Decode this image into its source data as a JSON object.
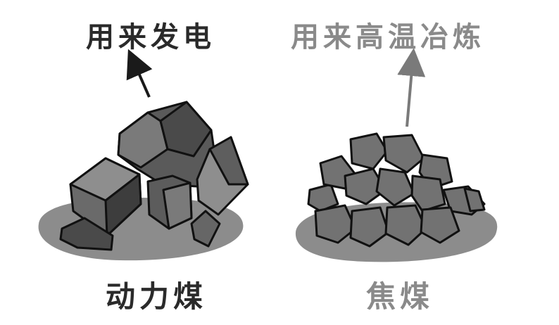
{
  "left": {
    "purpose_label": "用来发电",
    "name_label": "动力煤"
  },
  "right": {
    "purpose_label": "用来高温冶炼",
    "name_label": "焦煤"
  },
  "colors": {
    "dark_text": "#2a2a2a",
    "grey_text": "#8a8a8a",
    "shadow": "#8c8c8c",
    "coal_dark": "#3d3d3d",
    "coal_mid": "#6a6a6a",
    "coal_light": "#8e8e8e",
    "coke_fill": "#727272",
    "outline": "#111111"
  }
}
